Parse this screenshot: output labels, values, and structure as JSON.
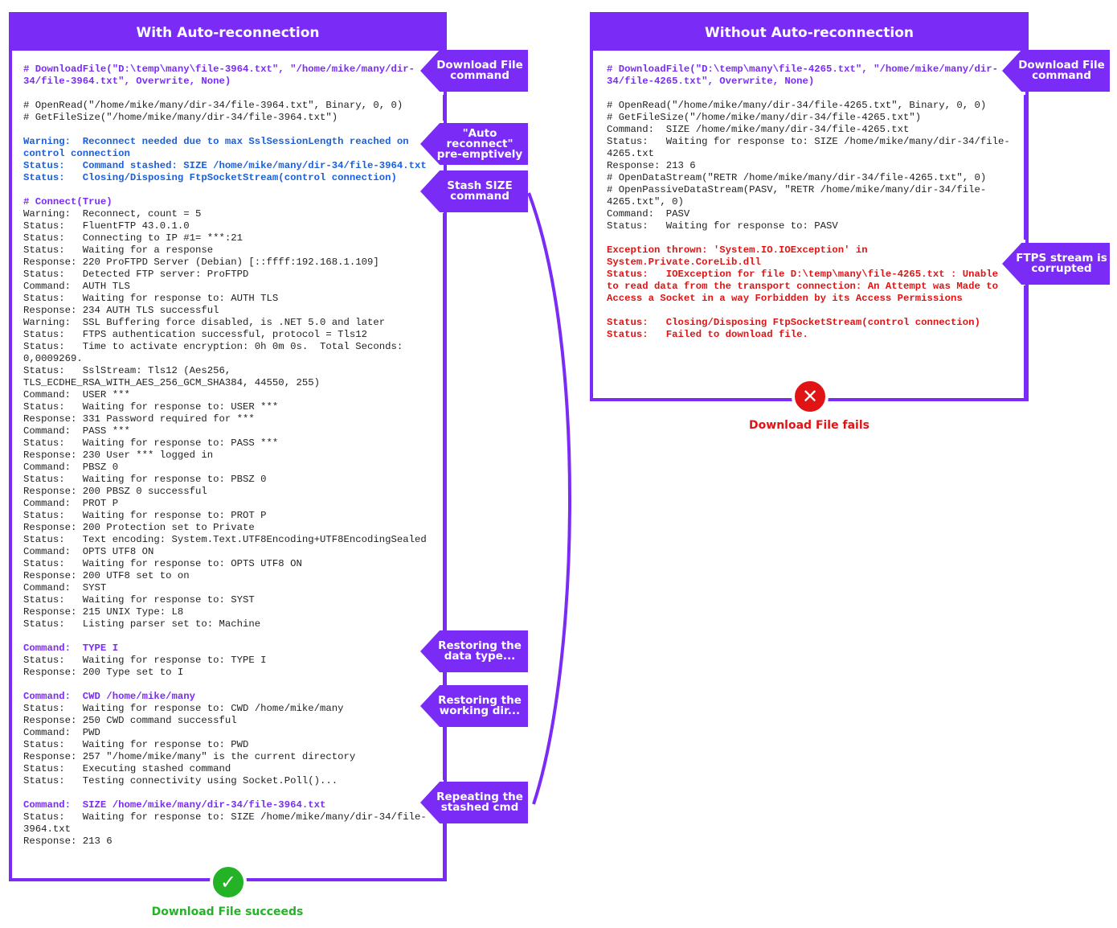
{
  "left_panel": {
    "title": "With Auto-reconnection",
    "log": [
      {
        "t": "# DownloadFile(\"D:\\temp\\many\\file-3964.txt\", \"/home/mike/many/dir-",
        "c": "purple"
      },
      {
        "t": "34/file-3964.txt\", Overwrite, None)",
        "c": "purple"
      },
      {
        "t": "",
        "c": "gap"
      },
      {
        "t": "# OpenRead(\"/home/mike/many/dir-34/file-3964.txt\", Binary, 0, 0)",
        "c": "plain"
      },
      {
        "t": "# GetFileSize(\"/home/mike/many/dir-34/file-3964.txt\")",
        "c": "plain"
      },
      {
        "t": "",
        "c": "gap"
      },
      {
        "t": "Warning:  Reconnect needed due to max SslSessionLength reached on",
        "c": "blue"
      },
      {
        "t": "control connection",
        "c": "blue"
      },
      {
        "t": "Status:   Command stashed: SIZE /home/mike/many/dir-34/file-3964.txt",
        "c": "blue"
      },
      {
        "t": "Status:   Closing/Disposing FtpSocketStream(control connection)",
        "c": "blue"
      },
      {
        "t": "",
        "c": "gap"
      },
      {
        "t": "# Connect(True)",
        "c": "purple"
      },
      {
        "t": "Warning:  Reconnect, count = 5",
        "c": "plain"
      },
      {
        "t": "Status:   FluentFTP 43.0.1.0",
        "c": "plain"
      },
      {
        "t": "Status:   Connecting to IP #1= ***:21",
        "c": "plain"
      },
      {
        "t": "Status:   Waiting for a response",
        "c": "plain"
      },
      {
        "t": "Response: 220 ProFTPD Server (Debian) [::ffff:192.168.1.109]",
        "c": "plain"
      },
      {
        "t": "Status:   Detected FTP server: ProFTPD",
        "c": "plain"
      },
      {
        "t": "Command:  AUTH TLS",
        "c": "plain"
      },
      {
        "t": "Status:   Waiting for response to: AUTH TLS",
        "c": "plain"
      },
      {
        "t": "Response: 234 AUTH TLS successful",
        "c": "plain"
      },
      {
        "t": "Warning:  SSL Buffering force disabled, is .NET 5.0 and later",
        "c": "plain"
      },
      {
        "t": "Status:   FTPS authentication successful, protocol = Tls12",
        "c": "plain"
      },
      {
        "t": "Status:   Time to activate encryption: 0h 0m 0s.  Total Seconds:",
        "c": "plain"
      },
      {
        "t": "0,0009269.",
        "c": "plain"
      },
      {
        "t": "Status:   SslStream: Tls12 (Aes256,",
        "c": "plain"
      },
      {
        "t": "TLS_ECDHE_RSA_WITH_AES_256_GCM_SHA384, 44550, 255)",
        "c": "plain"
      },
      {
        "t": "Command:  USER ***",
        "c": "plain"
      },
      {
        "t": "Status:   Waiting for response to: USER ***",
        "c": "plain"
      },
      {
        "t": "Response: 331 Password required for ***",
        "c": "plain"
      },
      {
        "t": "Command:  PASS ***",
        "c": "plain"
      },
      {
        "t": "Status:   Waiting for response to: PASS ***",
        "c": "plain"
      },
      {
        "t": "Response: 230 User *** logged in",
        "c": "plain"
      },
      {
        "t": "Command:  PBSZ 0",
        "c": "plain"
      },
      {
        "t": "Status:   Waiting for response to: PBSZ 0",
        "c": "plain"
      },
      {
        "t": "Response: 200 PBSZ 0 successful",
        "c": "plain"
      },
      {
        "t": "Command:  PROT P",
        "c": "plain"
      },
      {
        "t": "Status:   Waiting for response to: PROT P",
        "c": "plain"
      },
      {
        "t": "Response: 200 Protection set to Private",
        "c": "plain"
      },
      {
        "t": "Status:   Text encoding: System.Text.UTF8Encoding+UTF8EncodingSealed",
        "c": "plain"
      },
      {
        "t": "Command:  OPTS UTF8 ON",
        "c": "plain"
      },
      {
        "t": "Status:   Waiting for response to: OPTS UTF8 ON",
        "c": "plain"
      },
      {
        "t": "Response: 200 UTF8 set to on",
        "c": "plain"
      },
      {
        "t": "Command:  SYST",
        "c": "plain"
      },
      {
        "t": "Status:   Waiting for response to: SYST",
        "c": "plain"
      },
      {
        "t": "Response: 215 UNIX Type: L8",
        "c": "plain"
      },
      {
        "t": "Status:   Listing parser set to: Machine",
        "c": "plain"
      },
      {
        "t": "",
        "c": "gap"
      },
      {
        "t": "Command:  TYPE I",
        "c": "purple"
      },
      {
        "t": "Status:   Waiting for response to: TYPE I",
        "c": "plain"
      },
      {
        "t": "Response: 200 Type set to I",
        "c": "plain"
      },
      {
        "t": "",
        "c": "gap"
      },
      {
        "t": "Command:  CWD /home/mike/many",
        "c": "purple"
      },
      {
        "t": "Status:   Waiting for response to: CWD /home/mike/many",
        "c": "plain"
      },
      {
        "t": "Response: 250 CWD command successful",
        "c": "plain"
      },
      {
        "t": "Command:  PWD",
        "c": "plain"
      },
      {
        "t": "Status:   Waiting for response to: PWD",
        "c": "plain"
      },
      {
        "t": "Response: 257 \"/home/mike/many\" is the current directory",
        "c": "plain"
      },
      {
        "t": "Status:   Executing stashed command",
        "c": "plain"
      },
      {
        "t": "Status:   Testing connectivity using Socket.Poll()...",
        "c": "plain"
      },
      {
        "t": "",
        "c": "gap"
      },
      {
        "t": "Command:  SIZE /home/mike/many/dir-34/file-3964.txt",
        "c": "purple"
      },
      {
        "t": "Status:   Waiting for response to: SIZE /home/mike/many/dir-34/file-",
        "c": "plain"
      },
      {
        "t": "3964.txt",
        "c": "plain"
      },
      {
        "t": "Response: 213 6",
        "c": "plain"
      }
    ],
    "tags": [
      {
        "l1": "Download File",
        "l2": "command"
      },
      {
        "l1": "\"Auto reconnect\"",
        "l2": "pre-emptively"
      },
      {
        "l1": "Stash SIZE",
        "l2": "command"
      },
      {
        "l1": "Restoring the",
        "l2": "data type..."
      },
      {
        "l1": "Restoring the",
        "l2": "working dir..."
      },
      {
        "l1": "Repeating the",
        "l2": "stashed cmd"
      }
    ],
    "result": {
      "icon": "check-icon",
      "label": "Download File succeeds",
      "color": "#24b326"
    }
  },
  "right_panel": {
    "title": "Without Auto-reconnection",
    "log": [
      {
        "t": "# DownloadFile(\"D:\\temp\\many\\file-4265.txt\", \"/home/mike/many/dir-",
        "c": "purple"
      },
      {
        "t": "34/file-4265.txt\", Overwrite, None)",
        "c": "purple"
      },
      {
        "t": "",
        "c": "gap"
      },
      {
        "t": "# OpenRead(\"/home/mike/many/dir-34/file-4265.txt\", Binary, 0, 0)",
        "c": "plain"
      },
      {
        "t": "# GetFileSize(\"/home/mike/many/dir-34/file-4265.txt\")",
        "c": "plain"
      },
      {
        "t": "Command:  SIZE /home/mike/many/dir-34/file-4265.txt",
        "c": "plain"
      },
      {
        "t": "Status:   Waiting for response to: SIZE /home/mike/many/dir-34/file-",
        "c": "plain"
      },
      {
        "t": "4265.txt",
        "c": "plain"
      },
      {
        "t": "Response: 213 6",
        "c": "plain"
      },
      {
        "t": "# OpenDataStream(\"RETR /home/mike/many/dir-34/file-4265.txt\", 0)",
        "c": "plain"
      },
      {
        "t": "# OpenPassiveDataStream(PASV, \"RETR /home/mike/many/dir-34/file-",
        "c": "plain"
      },
      {
        "t": "4265.txt\", 0)",
        "c": "plain"
      },
      {
        "t": "Command:  PASV",
        "c": "plain"
      },
      {
        "t": "Status:   Waiting for response to: PASV",
        "c": "plain"
      },
      {
        "t": "",
        "c": "gap"
      },
      {
        "t": "Exception thrown: 'System.IO.IOException' in",
        "c": "red"
      },
      {
        "t": "System.Private.CoreLib.dll",
        "c": "red"
      },
      {
        "t": "Status:   IOException for file D:\\temp\\many\\file-4265.txt : Unable",
        "c": "red"
      },
      {
        "t": "to read data from the transport connection: An Attempt was Made to",
        "c": "red"
      },
      {
        "t": "Access a Socket in a way Forbidden by its Access Permissions",
        "c": "red"
      },
      {
        "t": "",
        "c": "gap"
      },
      {
        "t": "Status:   Closing/Disposing FtpSocketStream(control connection)",
        "c": "red"
      },
      {
        "t": "Status:   Failed to download file.",
        "c": "red"
      }
    ],
    "tags": [
      {
        "l1": "Download File",
        "l2": "command"
      },
      {
        "l1": "FTPS stream is",
        "l2": "corrupted"
      }
    ],
    "result": {
      "icon": "cross-icon",
      "label": "Download File fails",
      "color": "#e01414"
    }
  },
  "colors": {
    "accent": "#7a2cf6",
    "info": "#1a5fdc",
    "error": "#e01414",
    "success": "#24b326"
  }
}
